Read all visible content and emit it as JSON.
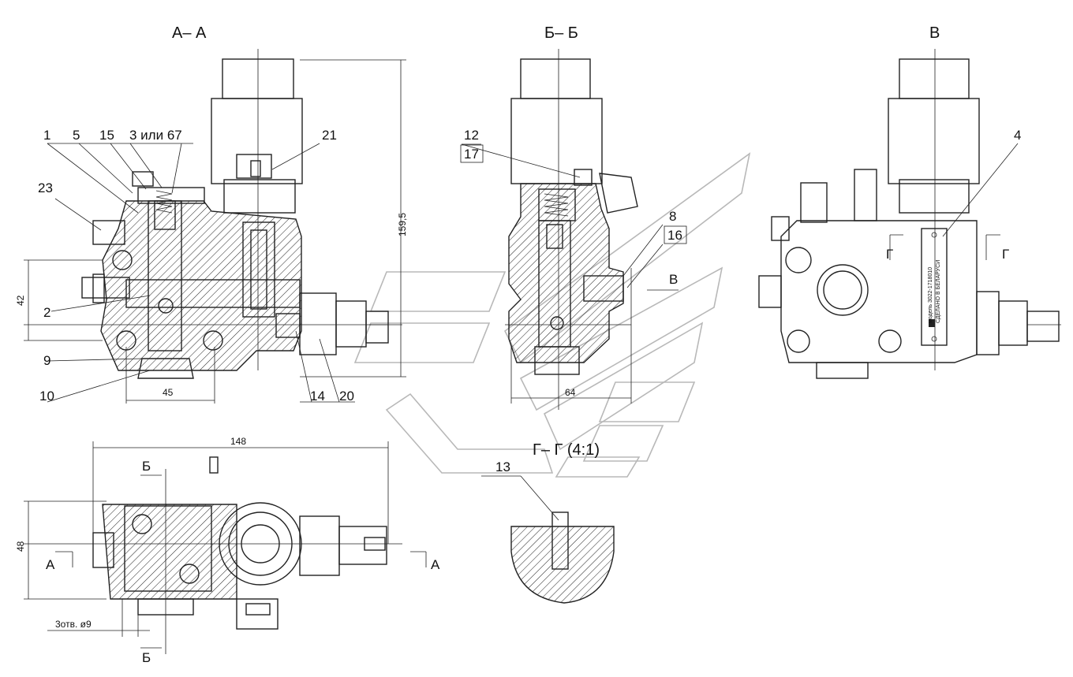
{
  "views": {
    "section_aa": "А– А",
    "section_bb": "Б– Б",
    "view_v": "В",
    "section_gg": "Г– Г (4:1)"
  },
  "callouts": {
    "c1": "1",
    "c5": "5",
    "c15": "15",
    "c3_67": "3 или 67",
    "c21": "21",
    "c23": "23",
    "c2": "2",
    "c9": "9",
    "c10": "10",
    "c14": "14",
    "c20": "20",
    "c12": "12",
    "c17": "17",
    "c8": "8",
    "c16": "16",
    "c4": "4",
    "c13": "13"
  },
  "dimensions": {
    "d159": "159,5",
    "d42": "42",
    "d45": "45",
    "d64": "64",
    "d148": "148",
    "d48": "48",
    "holes": "3отв. ø9"
  },
  "section_marks": {
    "a_left": "А",
    "a_right": "А",
    "b_top": "Б",
    "b_bottom": "Б",
    "g_left": "Г",
    "g_right": "Г",
    "v_arrow": "В"
  },
  "nameplate": {
    "line1": "модель 3022-1718010",
    "line2": "СДЕЛАНО В БЕЛАРУСИ"
  }
}
